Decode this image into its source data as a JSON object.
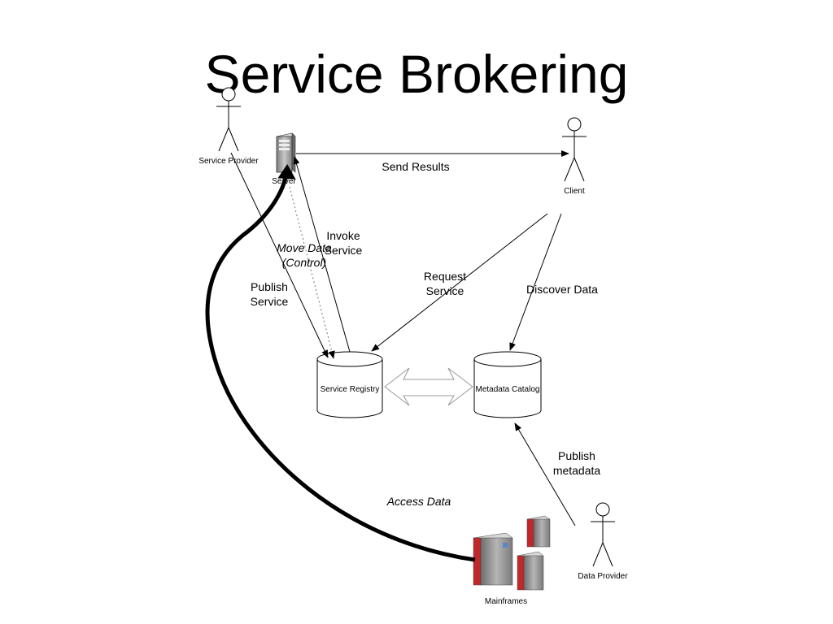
{
  "title": "Service Brokering",
  "nodes": {
    "service_provider": "Service Provider",
    "server": "Server",
    "client": "Client",
    "service_registry": "Service Registry",
    "metadata_catalog": "Metadata Catalog",
    "data_provider": "Data Provider",
    "mainframes": "Mainframes"
  },
  "edges": {
    "send_results": "Send Results",
    "invoke_service_1": "Invoke",
    "invoke_service_2": "Service",
    "move_data_1": "Move Data",
    "move_data_2": "(Control)",
    "publish_service_1": "Publish",
    "publish_service_2": "Service",
    "request_service_1": "Request",
    "request_service_2": "Service",
    "discover_data": "Discover Data",
    "publish_metadata_1": "Publish",
    "publish_metadata_2": "metadata",
    "access_data": "Access Data"
  },
  "colors": {
    "mainframe_red": "#c0282a",
    "mainframe_gray": "#8a8a8a",
    "server_gray": "#9a9a9a"
  }
}
